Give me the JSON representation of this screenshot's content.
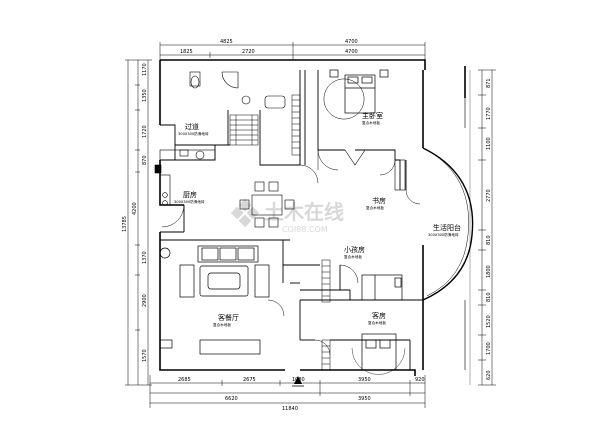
{
  "rooms": {
    "hallway": {
      "name": "过道",
      "note": "300X300防滑地砖"
    },
    "master_bedroom": {
      "name": "主卧室",
      "note": "复合木地板"
    },
    "study": {
      "name": "书房",
      "note": "复合木地板"
    },
    "kitchen": {
      "name": "厨房",
      "note": "300X300防滑地砖"
    },
    "small_bedroom": {
      "name": "小孩房",
      "note": "复合木地板"
    },
    "balcony": {
      "name": "生活阳台",
      "note": "300X300防滑地砖"
    },
    "guest_room": {
      "name": "客房",
      "note": "复合木地板"
    },
    "living_dining": {
      "name": "客餐厅",
      "note": "复合木地板"
    }
  },
  "dimensions": {
    "top_outer": [
      "4825",
      "4700"
    ],
    "top_inner": [
      "1825",
      "2720",
      "4700"
    ],
    "bottom_inner": [
      "2685",
      "2675",
      "1080",
      "3950",
      "920"
    ],
    "bottom_outer": [
      "6620",
      "3950"
    ],
    "bottom_total": "11840",
    "left_chain": [
      "1170",
      "1350",
      "1720",
      "870",
      "4200",
      "1370",
      "2900",
      "1570"
    ],
    "left_total": "13785",
    "right_chain": [
      "871",
      "1770",
      "1100",
      "2770",
      "810",
      "1800",
      "810",
      "1520",
      "1700",
      "620"
    ]
  },
  "watermark": {
    "main": "土木在线",
    "sub": "COI88.COM"
  }
}
